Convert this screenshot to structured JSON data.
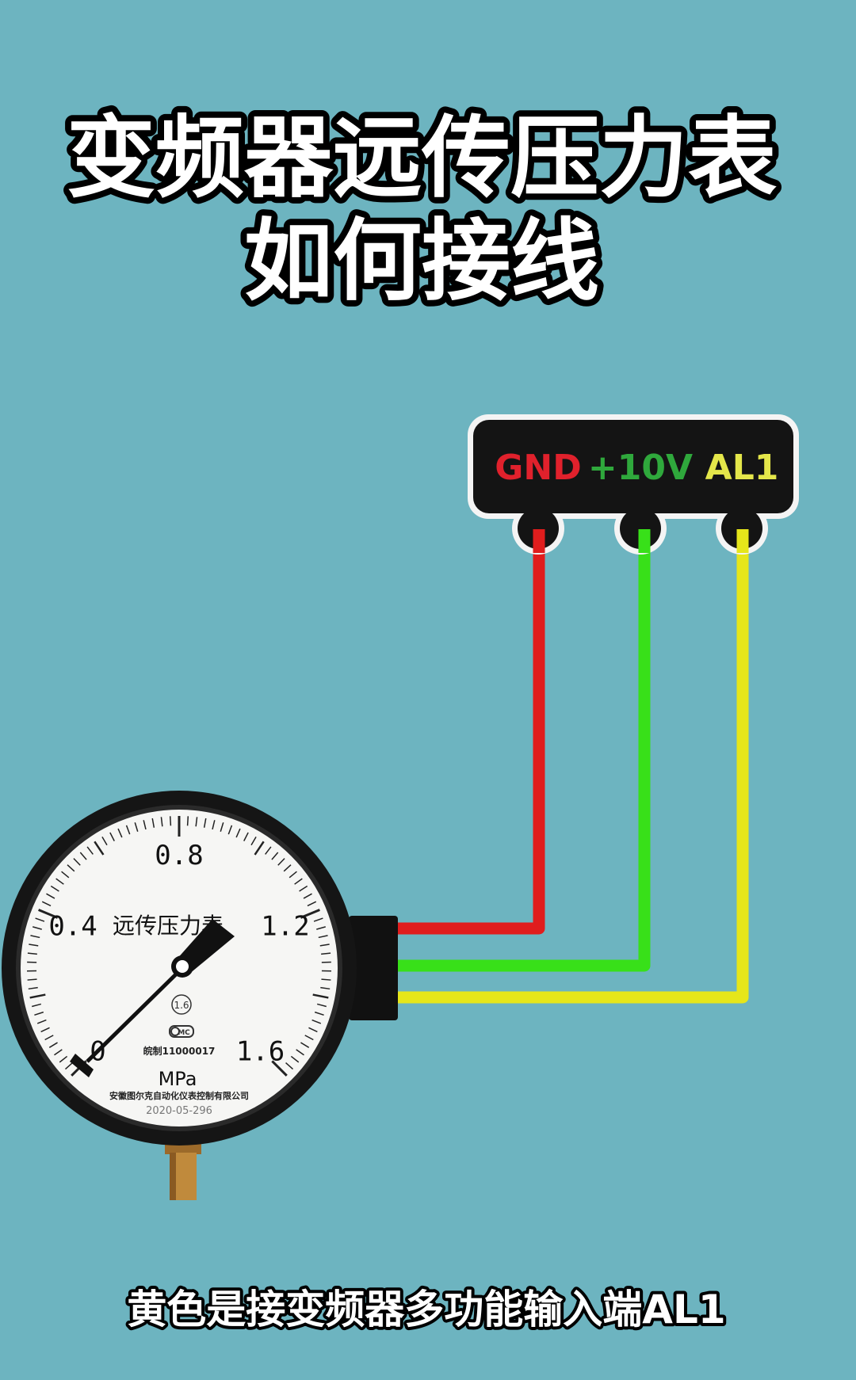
{
  "title": {
    "line1": "变频器远传压力表",
    "line2": "如何接线"
  },
  "terminal": {
    "labels": [
      {
        "text": "GND",
        "color": "#e0212c"
      },
      {
        "text": "+10V",
        "color": "#2fa83c"
      },
      {
        "text": "AL1",
        "color": "#e4e64a"
      }
    ]
  },
  "wires": {
    "colors": {
      "gnd": "#e01d1d",
      "plus10v": "#38e019",
      "al1": "#e6e61a"
    }
  },
  "gauge": {
    "scale_labels": [
      "0",
      "0.4",
      "0.8",
      "1.2",
      "1.6"
    ],
    "name": "远传压力表",
    "accuracy_class": "1.6",
    "cert_mark": "MC",
    "license": "皖制11000017",
    "unit": "MPa",
    "manufacturer": "安徽图尔克自动化仪表控制有限公司",
    "serial": "2020-05-296",
    "scale_min": 0,
    "scale_max": 1.6
  },
  "caption": "黄色是接变频器多功能输入端AL1",
  "colors": {
    "background": "#6db4c0",
    "terminal_bg": "#141414"
  }
}
